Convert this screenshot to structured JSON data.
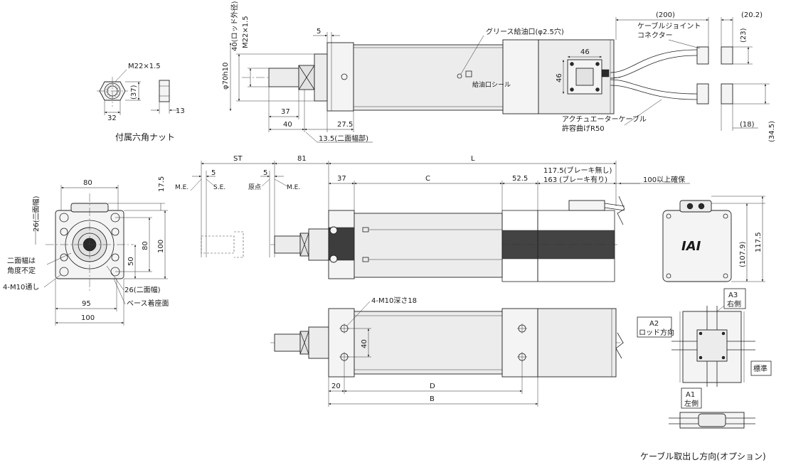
{
  "top_view": {
    "dim_5": "5",
    "dim_rod_od": "40(ロッド外径)",
    "dim_thread": "M22×1.5",
    "dim_dia70": "φ70h10",
    "dim_37": "37",
    "dim_40": "40",
    "dim_27_5": "27.5",
    "dim_13_5": "13.5(二面幅部)",
    "grease_label": "グリース給油口(φ2.5穴)",
    "seal_label": "給油口シール",
    "cable_joint_label_1": "ケーブルジョイント",
    "cable_joint_label_2": "コネクター",
    "dim_200": "(200)",
    "dim_20_2": "(20.2)",
    "dim_23": "(23)",
    "dim_46_h": "46",
    "dim_46_v": "46",
    "actuator_cable_1": "アクチュエーターケーブル",
    "actuator_cable_2": "許容曲げR50",
    "dim_18": "(18)",
    "dim_34_5": "(34.5)"
  },
  "nut_view": {
    "thread": "M22×1.5",
    "dim_37": "(37)",
    "dim_32": "32",
    "dim_13": "13",
    "caption": "付属六角ナット"
  },
  "front_view": {
    "dim_80_top": "80",
    "dim_17_5": "17.5",
    "dim_26_flats_left": "26(二面幅)",
    "dim_80_right": "80",
    "dim_100_right": "100",
    "dim_50": "50",
    "label_flats_1": "二面幅は",
    "label_flats_2": "角度不定",
    "label_m10": "4-M10通し",
    "dim_26_flats_bottom": "26(二面幅)",
    "label_base": "ベース着座面",
    "dim_95": "95",
    "dim_100_bottom": "100"
  },
  "stroke_view": {
    "dim_st": "ST",
    "dim_81": "81",
    "dim_l": "L",
    "dim_5a": "5",
    "dim_5b": "5",
    "me_left": "M.E.",
    "se": "S.E.",
    "origin": "原点",
    "me_right": "M.E."
  },
  "side_view": {
    "dim_37": "37",
    "dim_c": "C",
    "dim_52_5": "52.5",
    "dim_117_5_brake": "117.5(ブレーキ無し)",
    "dim_163_brake": "163 (ブレーキ有り)",
    "clearance": "100以上確保"
  },
  "end_view": {
    "logo": "IAI",
    "dim_107_9": "(107.9)",
    "dim_117_5": "117.5"
  },
  "bottom_view": {
    "label_tapped": "4-M10深さ18",
    "dim_40": "40",
    "dim_20": "20",
    "dim_d": "D",
    "dim_b": "B"
  },
  "cable_options": {
    "a3_1": "A3",
    "a3_2": "右側",
    "a2_1": "A2",
    "a2_2": "ロッド方向",
    "standard": "標準",
    "a1_1": "A1",
    "a1_2": "左側",
    "caption": "ケーブル取出し方向(オプション)"
  },
  "colors": {
    "line": "#222222",
    "body_fill": "#ececec",
    "dark_fill": "#2a2a2a"
  }
}
